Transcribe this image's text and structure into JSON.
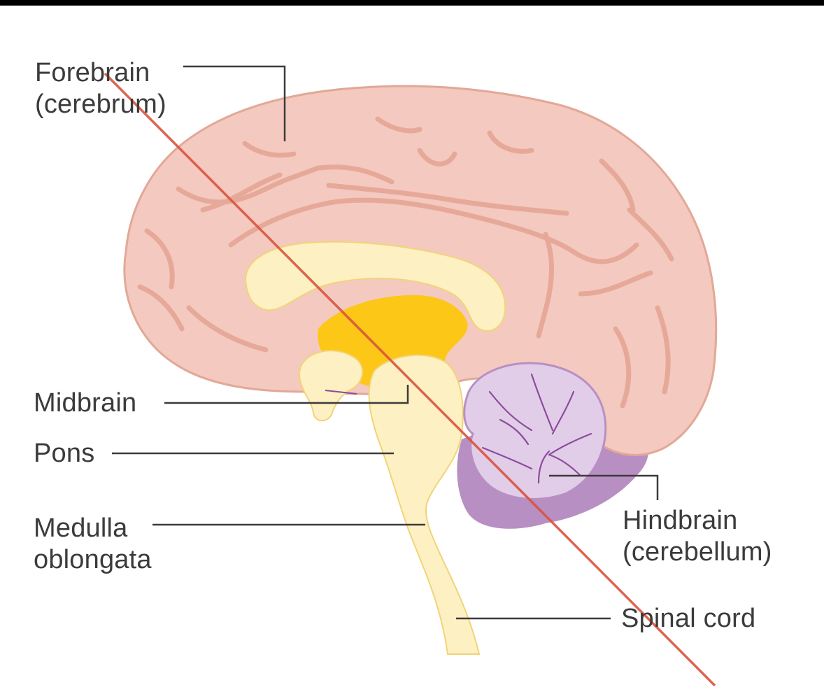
{
  "labels": {
    "forebrain": "Forebrain\n(cerebrum)",
    "midbrain": "Midbrain",
    "pons": "Pons",
    "medulla": "Medulla\noblongata",
    "hindbrain": "Hindbrain\n(cerebellum)",
    "spinal_cord": "Spinal cord"
  },
  "colors": {
    "cerebrum": "#F4C9BF",
    "cerebrum_outline": "#E2A897",
    "sulcus": "#E6A999",
    "brainstem": "#FDF0C2",
    "brainstem_outline": "#F1D47A",
    "midbrain": "#FCC716",
    "cerebellum": "#E2CDE8",
    "cerebellum_dark": "#B88FC3",
    "cerebellum_vein": "#8B4C9B",
    "leader_line": "#3b3b3b",
    "strike_line": "#D9543E"
  }
}
